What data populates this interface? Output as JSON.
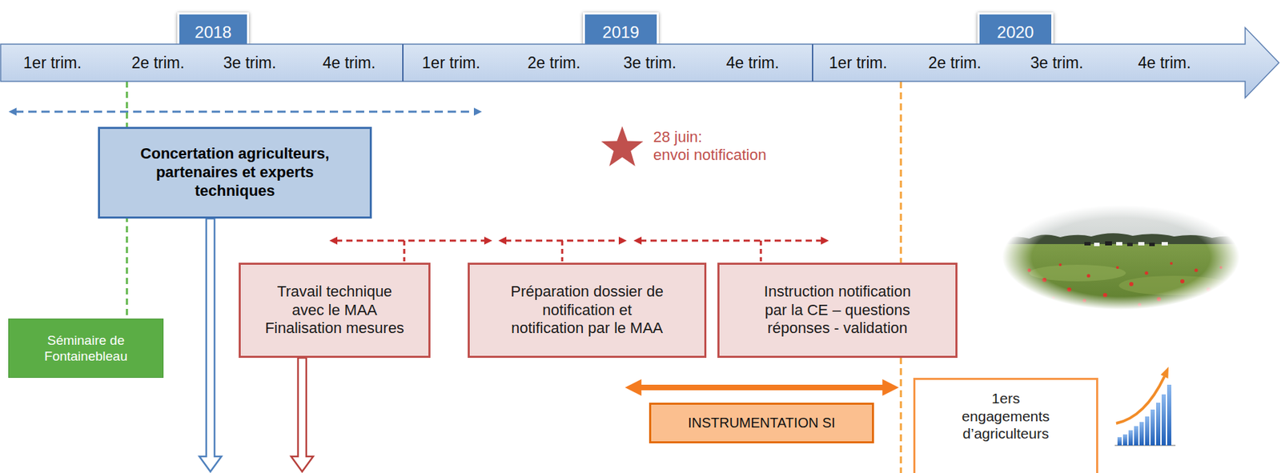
{
  "diagram": {
    "nodes": [
      {
        "text": [
          "2018"
        ]
      },
      {
        "text": [
          "2019"
        ]
      },
      {
        "text": [
          "2020"
        ]
      },
      {
        "text": [
          "1er trim.",
          "2e trim.",
          "3e trim.",
          "4e trim.",
          "1er trim.",
          "2e trim.",
          "3e trim.",
          "4e trim.",
          "1er trim.",
          "2e trim.",
          "3e trim.",
          "4e trim."
        ]
      },
      {
        "text": [
          "Concertation agriculteurs, partenaires et experts techniques"
        ]
      },
      {
        "text": [
          "Travail technique avec le MAA",
          "Finalisation mesures"
        ]
      },
      {
        "text": [
          "Préparation dossier de notification et notification par le MAA"
        ]
      },
      {
        "text": [
          "Instruction notification par la CE – questions réponses - validation"
        ]
      },
      {
        "text": [
          "Séminaire de Fontainebleau"
        ]
      },
      {
        "text": [
          "1ers engagements d’agriculteurs"
        ]
      },
      {
        "text": [
          "INSTRUMENTATION SI"
        ]
      }
    ],
    "edges": [
      {
        "from": 3,
        "to": 8,
        "arrow": "none"
      }
    ],
    "labels": [
      "28 juin:",
      "envoi notification"
    ]
  }
}
